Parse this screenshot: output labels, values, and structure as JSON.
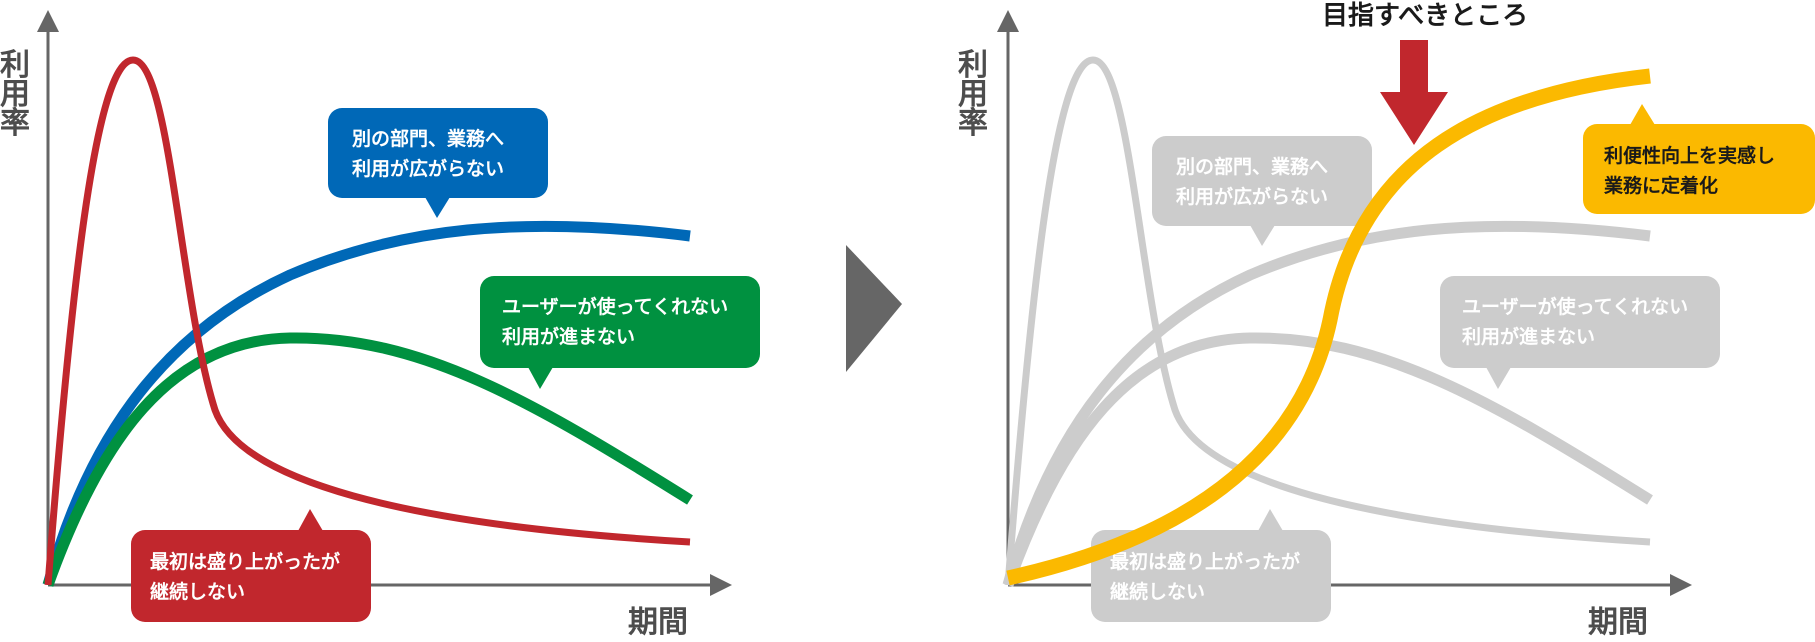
{
  "left_panel": {
    "y_axis_label": [
      "利",
      "用",
      "率"
    ],
    "x_axis_label": "期間",
    "bubbles": {
      "blue": [
        "別の部門、業務へ",
        "利用が広がらない"
      ],
      "green": [
        "ユーザーが使ってくれない",
        "利用が進まない"
      ],
      "red": [
        "最初は盛り上がったが",
        "継続しない"
      ]
    }
  },
  "right_panel": {
    "y_axis_label": [
      "利",
      "用",
      "率"
    ],
    "x_axis_label": "期間",
    "target_label": "目指すべきところ",
    "bubbles": {
      "gray_top": [
        "別の部門、業務へ",
        "利用が広がらない"
      ],
      "gray_mid": [
        "ユーザーが使ってくれない",
        "利用が進まない"
      ],
      "gray_bottom": [
        "最初は盛り上がったが",
        "継続しない"
      ],
      "yellow": [
        "利便性向上を実感し",
        "業務に定着化"
      ]
    }
  },
  "colors": {
    "red": "#c1272d",
    "blue": "#0068b7",
    "green": "#009140",
    "gray": "#cccccc",
    "yellow": "#fbb900",
    "axis": "#666666",
    "arrow_divider": "#666666"
  }
}
